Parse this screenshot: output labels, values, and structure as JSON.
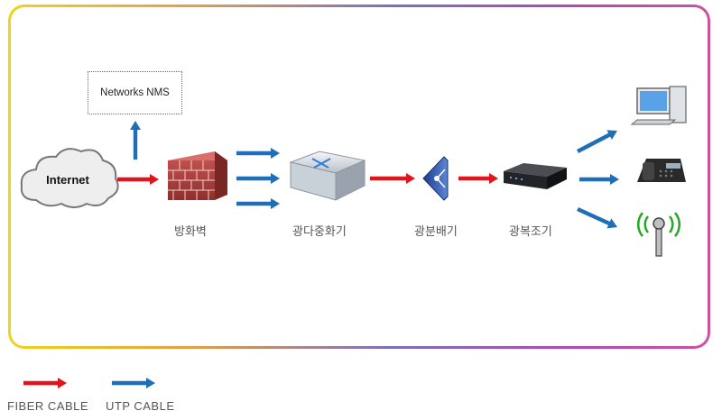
{
  "nodes": {
    "internet": "Internet",
    "nms": "Networks NMS",
    "firewall": "방화벽",
    "switch": "광다중화기",
    "splitter": "광분배기",
    "ont": "광복조기"
  },
  "legend": {
    "fiber": "FIBER CABLE",
    "utp": "UTP CABLE"
  },
  "colors": {
    "fiber": "#e0141c",
    "utp": "#1f6fb8"
  },
  "icons": [
    "cloud-icon",
    "firewall-icon",
    "switch-icon",
    "splitter-icon",
    "ont-icon",
    "desktop-icon",
    "phone-icon",
    "wireless-antenna-icon"
  ]
}
